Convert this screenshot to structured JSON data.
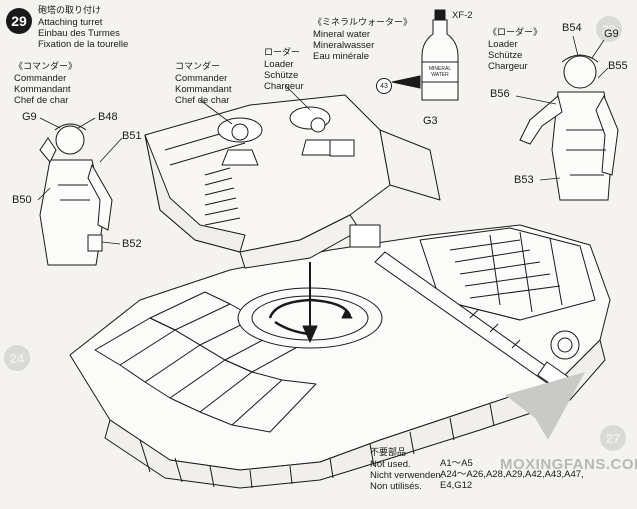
{
  "step": {
    "number": "29",
    "title_jp": "砲塔の取り付け",
    "title_en": "Attaching turret",
    "title_de": "Einbau des Turmes",
    "title_fr": "Fixation de la tourelle"
  },
  "commander_left": {
    "jp": "《コマンダー》",
    "en": "Commander",
    "de": "Kommandant",
    "fr": "Chef de char",
    "parts": [
      "G9",
      "B48",
      "B51",
      "B50",
      "B52"
    ]
  },
  "commander_turret": {
    "jp": "コマンダー",
    "en": "Commander",
    "de": "Kommandant",
    "fr": "Chef de char"
  },
  "loader_turret": {
    "jp": "ローダー",
    "en": "Loader",
    "de": "Schütze",
    "fr": "Chargeur"
  },
  "mineral_water": {
    "jp": "《ミネラルウォーター》",
    "en": "Mineral water",
    "de": "Mineralwasser",
    "fr": "Eau minérale",
    "paint": "XF-2",
    "callout": "43",
    "part": "G3",
    "bottle_label": "MINERAL WATER"
  },
  "loader_right": {
    "jp": "《ローダー》",
    "en": "Loader",
    "de": "Schütze",
    "fr": "Chargeur",
    "parts": [
      "B54",
      "G9",
      "B55",
      "B56",
      "B53"
    ]
  },
  "unused": {
    "jp": "不要部品",
    "en": "Not used.",
    "de": "Nicht verwenden.",
    "fr": "Non utilisés.",
    "parts_line1": "A1～A5",
    "parts_line2": "A24～A26,A28,A29,A42,A43,A47,",
    "parts_line3": "E4,G12"
  },
  "watermark": "MOXINGFANS.COM",
  "ghost_steps": [
    "29",
    "24",
    "27"
  ],
  "colors": {
    "ink": "#1a1a1a",
    "paper": "#f4f3ef",
    "ghost": "#d9d9d5"
  }
}
